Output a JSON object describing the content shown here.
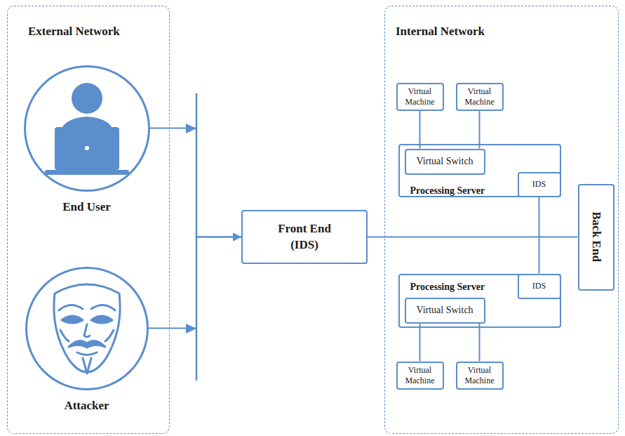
{
  "diagram": {
    "nodes": [
      {
        "text": [
          "External Network"
        ]
      },
      {
        "text": [
          "End User"
        ],
        "in": 0
      },
      {
        "text": [
          "Attacker"
        ],
        "in": 0
      },
      {
        "text": [
          "Front End (IDS)"
        ]
      },
      {
        "text": [
          "Internal Network"
        ]
      },
      {
        "text": [
          "Virtual Machine"
        ],
        "in": 4
      },
      {
        "text": [
          "Virtual Machine"
        ],
        "in": 4
      },
      {
        "text": [
          "Processing Server"
        ],
        "in": 4
      },
      {
        "text": [
          "Virtual Switch"
        ],
        "in": 7
      },
      {
        "text": [
          "IDS"
        ],
        "in": 7
      },
      {
        "text": [
          "Processing Server"
        ],
        "in": 4
      },
      {
        "text": [
          "Virtual Switch"
        ],
        "in": 10
      },
      {
        "text": [
          "IDS"
        ],
        "in": 10
      },
      {
        "text": [
          "Virtual Machine"
        ],
        "in": 4
      },
      {
        "text": [
          "Virtual Machine"
        ],
        "in": 4
      },
      {
        "text": [
          "Back End"
        ],
        "in": 4
      }
    ],
    "edges": [
      {
        "from": 1,
        "to": 3,
        "arrow": "to"
      },
      {
        "from": 2,
        "to": 3,
        "arrow": "to"
      },
      {
        "from": 3,
        "to": 15,
        "arrow": "none"
      },
      {
        "from": 5,
        "to": 8,
        "arrow": "none"
      },
      {
        "from": 6,
        "to": 8,
        "arrow": "none"
      },
      {
        "from": 9,
        "to": 12,
        "arrow": "none"
      },
      {
        "from": 13,
        "to": 11,
        "arrow": "none"
      },
      {
        "from": 14,
        "to": 11,
        "arrow": "none"
      }
    ]
  }
}
